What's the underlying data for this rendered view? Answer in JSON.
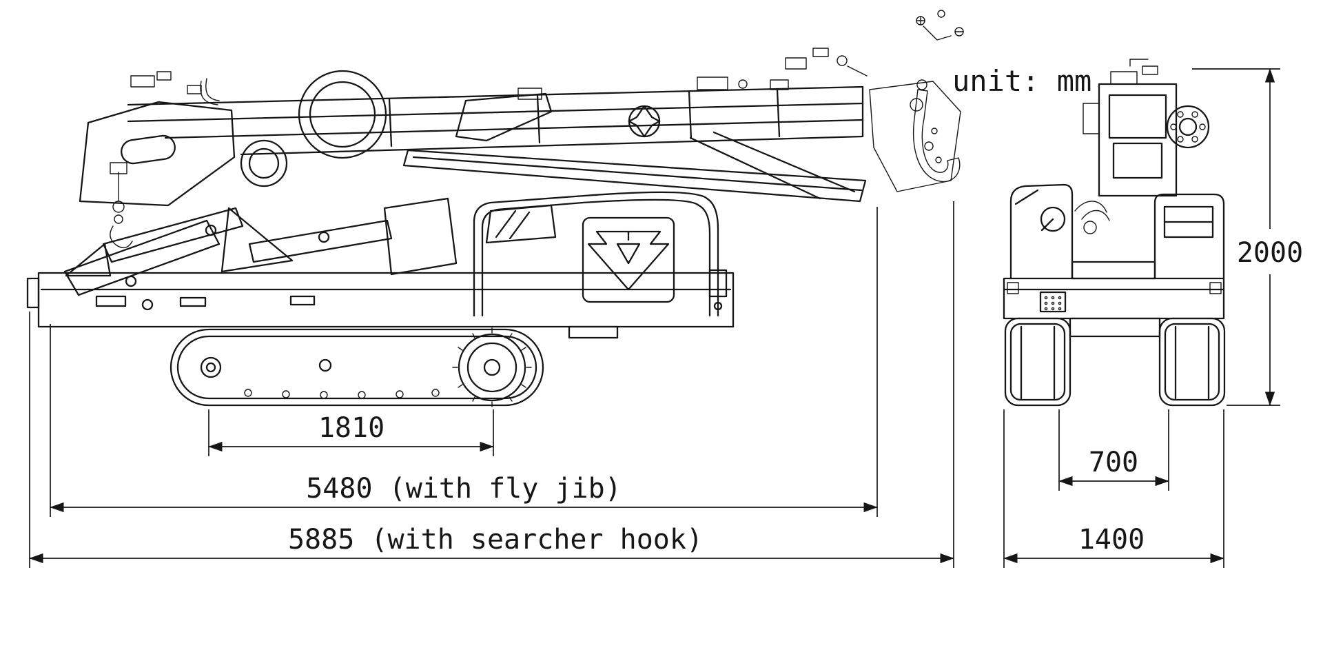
{
  "drawing": {
    "unit_label": "unit: mm",
    "colors": {
      "line": "#161616",
      "background": "#ffffff"
    },
    "side_view": {
      "dims": {
        "track_length": "1810",
        "length_with_fly_jib": "5480 (with fly jib)",
        "length_with_searcher_hook": "5885 (with searcher hook)"
      }
    },
    "front_view": {
      "dims": {
        "overall_height": "2000",
        "track_gauge": "700",
        "overall_width": "1400"
      }
    }
  }
}
